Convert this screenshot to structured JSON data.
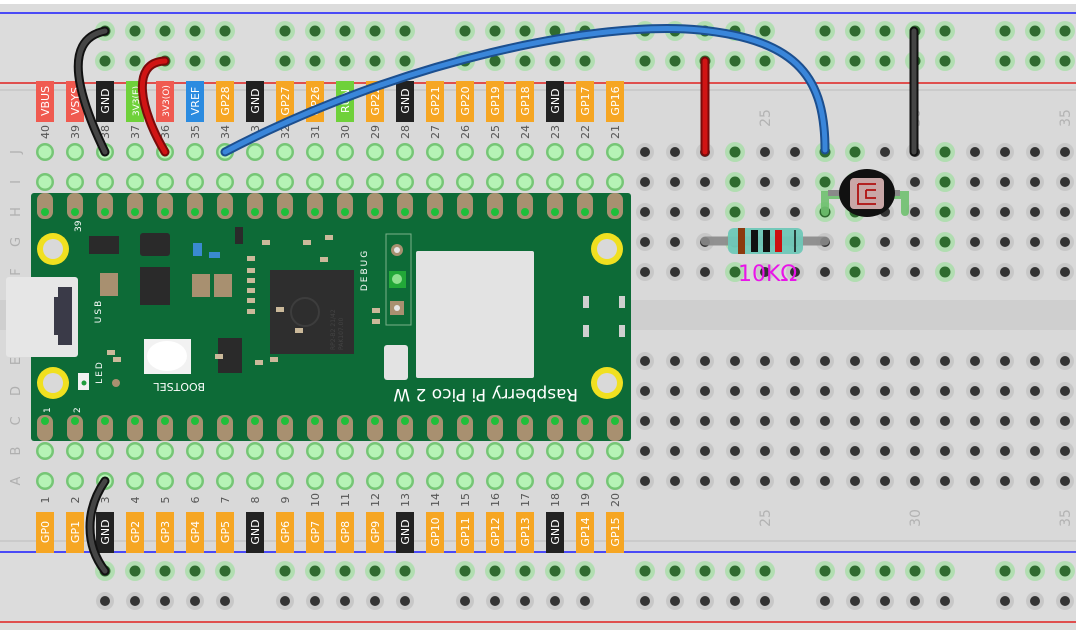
{
  "breadboard": {
    "row_letters_top": [
      "J",
      "I",
      "H",
      "G",
      "F"
    ],
    "row_letters_bottom": [
      "E",
      "D",
      "C",
      "B",
      "A"
    ],
    "column_number_labels": [
      "25",
      "30",
      "35"
    ],
    "colors": {
      "board": "#d9d9d9",
      "rail_blue": "#1a1aff",
      "rail_red": "#e0201e",
      "hole_dark": "#333333",
      "hole_connected": "#2f6b2f",
      "hole_glow": "#8fe08f"
    }
  },
  "pico": {
    "name": "Raspberry Pi Pico 2 W",
    "board_color": "#0d6b37",
    "labels": {
      "usb": "USB",
      "debug": "DEBUG",
      "bootsel": "BOOTSEL",
      "led": "LED",
      "pin1": "1",
      "pin2": "2",
      "pin39": "39"
    },
    "top_pins": [
      {
        "num": "40",
        "name": "VBUS",
        "color": "#f05a50"
      },
      {
        "num": "39",
        "name": "VSYS",
        "color": "#f05a50"
      },
      {
        "num": "38",
        "name": "GND",
        "color": "#222222"
      },
      {
        "num": "37",
        "name": "3V3(E)",
        "color": "#6fd13a"
      },
      {
        "num": "36",
        "name": "3V3(O)",
        "color": "#f05a50"
      },
      {
        "num": "35",
        "name": "VREF",
        "color": "#2b8be0"
      },
      {
        "num": "34",
        "name": "GP28",
        "color": "#f6a623"
      },
      {
        "num": "33",
        "name": "GND",
        "color": "#222222"
      },
      {
        "num": "32",
        "name": "GP27",
        "color": "#f6a623"
      },
      {
        "num": "31",
        "name": "GP26",
        "color": "#f6a623"
      },
      {
        "num": "30",
        "name": "RUN",
        "color": "#6fd13a"
      },
      {
        "num": "29",
        "name": "GP22",
        "color": "#f6a623"
      },
      {
        "num": "28",
        "name": "GND",
        "color": "#222222"
      },
      {
        "num": "27",
        "name": "GP21",
        "color": "#f6a623"
      },
      {
        "num": "26",
        "name": "GP20",
        "color": "#f6a623"
      },
      {
        "num": "25",
        "name": "GP19",
        "color": "#f6a623"
      },
      {
        "num": "24",
        "name": "GP18",
        "color": "#f6a623"
      },
      {
        "num": "23",
        "name": "GND",
        "color": "#222222"
      },
      {
        "num": "22",
        "name": "GP17",
        "color": "#f6a623"
      },
      {
        "num": "21",
        "name": "GP16",
        "color": "#f6a623"
      }
    ],
    "bottom_pins": [
      {
        "num": "1",
        "name": "GP0",
        "color": "#f6a623"
      },
      {
        "num": "2",
        "name": "GP1",
        "color": "#f6a623"
      },
      {
        "num": "3",
        "name": "GND",
        "color": "#222222"
      },
      {
        "num": "4",
        "name": "GP2",
        "color": "#f6a623"
      },
      {
        "num": "5",
        "name": "GP3",
        "color": "#f6a623"
      },
      {
        "num": "6",
        "name": "GP4",
        "color": "#f6a623"
      },
      {
        "num": "7",
        "name": "GP5",
        "color": "#f6a623"
      },
      {
        "num": "8",
        "name": "GND",
        "color": "#222222"
      },
      {
        "num": "9",
        "name": "GP6",
        "color": "#f6a623"
      },
      {
        "num": "10",
        "name": "GP7",
        "color": "#f6a623"
      },
      {
        "num": "11",
        "name": "GP8",
        "color": "#f6a623"
      },
      {
        "num": "12",
        "name": "GP9",
        "color": "#f6a623"
      },
      {
        "num": "13",
        "name": "GND",
        "color": "#222222"
      },
      {
        "num": "14",
        "name": "GP10",
        "color": "#f6a623"
      },
      {
        "num": "15",
        "name": "GP11",
        "color": "#f6a623"
      },
      {
        "num": "16",
        "name": "GP12",
        "color": "#f6a623"
      },
      {
        "num": "17",
        "name": "GP13",
        "color": "#f6a623"
      },
      {
        "num": "18",
        "name": "GND",
        "color": "#222222"
      },
      {
        "num": "19",
        "name": "GP14",
        "color": "#f6a623"
      },
      {
        "num": "20",
        "name": "GP15",
        "color": "#f6a623"
      }
    ],
    "chip_text": [
      "RP2-B2  21/42",
      "PAK107.00"
    ]
  },
  "components": {
    "resistor": {
      "label": "10KΩ",
      "label_color": "#e815e8",
      "bands": [
        "#8b3a0e",
        "#111111",
        "#111111",
        "#cc1010"
      ]
    },
    "photoresistor": {
      "name": "photoresistor"
    }
  },
  "wires": [
    {
      "name": "gnd-wire-top",
      "color": "#3a3a3a"
    },
    {
      "name": "3v3-wire",
      "color": "#cc1111"
    },
    {
      "name": "gp28-signal-wire",
      "color": "#2f7fd6"
    },
    {
      "name": "vcc-jumper-wire",
      "color": "#cc1111"
    },
    {
      "name": "gnd-jumper-wire",
      "color": "#3a3a3a"
    },
    {
      "name": "gnd-wire-bottom",
      "color": "#3a3a3a"
    }
  ]
}
